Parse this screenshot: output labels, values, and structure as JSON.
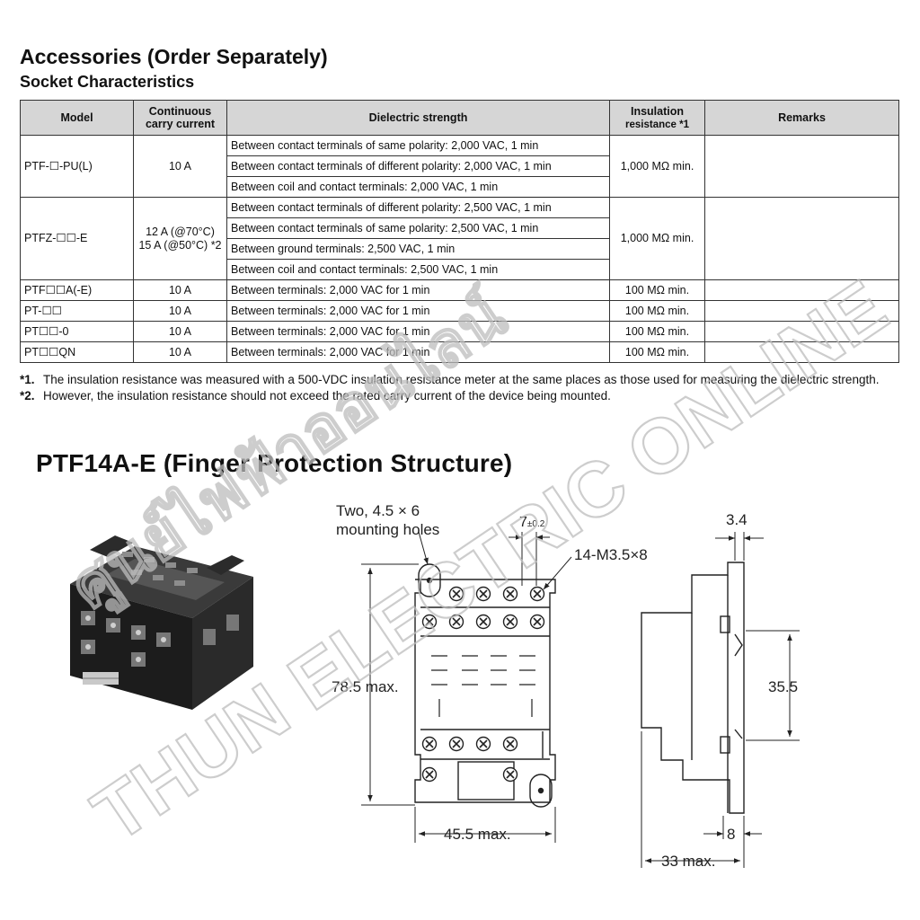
{
  "heading": "Accessories (Order Separately)",
  "subheading": "Socket Characteristics",
  "table": {
    "headers": {
      "model": "Model",
      "carry_1": "Continuous",
      "carry_2": "carry current",
      "dielectric": "Dielectric strength",
      "insulation_1": "Insulation",
      "insulation_2": "resistance *1",
      "remarks": "Remarks"
    },
    "groups": [
      {
        "model": "PTF-☐-PU(L)",
        "current_1": "10 A",
        "current_2": "",
        "insulation": "1,000 MΩ min.",
        "remarks": "",
        "dielectric": [
          "Between contact terminals of same polarity: 2,000 VAC, 1 min",
          "Between contact terminals of different polarity: 2,000 VAC, 1 min",
          "Between coil and contact terminals: 2,000 VAC, 1 min"
        ]
      },
      {
        "model": "PTFZ-☐☐-E",
        "current_1": "12 A (@70°C)",
        "current_2": "15 A (@50°C) *2",
        "insulation": "1,000 MΩ min.",
        "remarks": "",
        "dielectric": [
          "Between contact terminals of different polarity: 2,500 VAC, 1 min",
          "Between contact terminals of same polarity: 2,500 VAC, 1 min",
          "Between ground terminals: 2,500 VAC, 1 min",
          "Between coil and contact terminals: 2,500 VAC, 1 min"
        ]
      },
      {
        "model": "PTF☐☐A(-E)",
        "current_1": "10 A",
        "current_2": "",
        "insulation": "100 MΩ min.",
        "remarks": "",
        "dielectric": [
          "Between terminals: 2,000 VAC for 1 min"
        ]
      },
      {
        "model": "PT-☐☐",
        "current_1": "10 A",
        "current_2": "",
        "insulation": "100 MΩ min.",
        "remarks": "",
        "dielectric": [
          "Between terminals: 2,000 VAC for 1 min"
        ]
      },
      {
        "model": "PT☐☐-0",
        "current_1": "10 A",
        "current_2": "",
        "insulation": "100 MΩ min.",
        "remarks": "",
        "dielectric": [
          "Between terminals: 2,000 VAC for 1 min"
        ]
      },
      {
        "model": "PT☐☐QN",
        "current_1": "10 A",
        "current_2": "",
        "insulation": "100 MΩ min.",
        "remarks": "",
        "dielectric": [
          "Between terminals: 2,000 VAC for 1 min"
        ]
      }
    ]
  },
  "notes": [
    {
      "mark": "*1.",
      "text": "The insulation resistance was measured with a 500-VDC insulation resistance meter at the same places as those used for measuring the dielectric strength."
    },
    {
      "mark": "*2.",
      "text": "However, the insulation resistance should not exceed the rated carry current of the device being mounted."
    }
  ],
  "section_title": "PTF14A-E (Finger Protection Structure)",
  "drawing": {
    "mounting_holes_1": "Two, 4.5 × 6",
    "mounting_holes_2": "mounting holes",
    "pitch": "7",
    "pitch_tol": "±0.2",
    "screws": "14-M3.5×8",
    "height": "78.5 max.",
    "width": "45.5 max.",
    "side_top": "3.4",
    "side_mid": "35.5",
    "side_bottom": "8",
    "depth": "33 max."
  },
  "watermark": {
    "line1": "THUN ELECTRIC ONLINE",
    "line2": "ศูนย์ไฟฟ้าออนไลน์"
  },
  "colors": {
    "header_bg": "#d6d6d6",
    "line": "#333333",
    "watermark": "#bdbdbd"
  }
}
